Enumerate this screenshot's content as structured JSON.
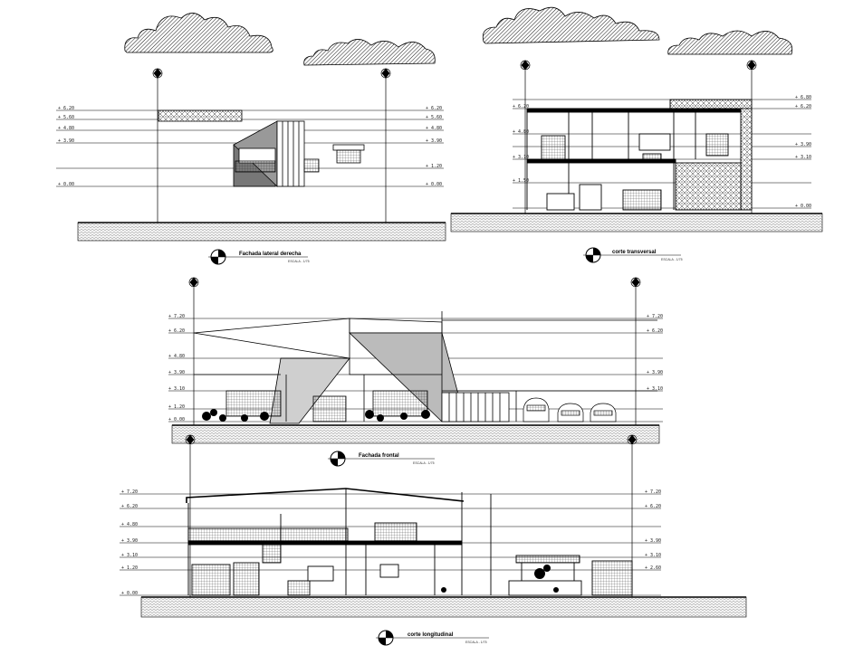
{
  "drawing": {
    "background": "#ffffff",
    "line_color": "#000000",
    "views": [
      {
        "id": "v1",
        "title": "Fachada lateral derecha",
        "scale": "ESCALA - 1/75"
      },
      {
        "id": "v2",
        "title": "corte transversal",
        "scale": "ESCALA - 1/75"
      },
      {
        "id": "v3",
        "title": "Fachada frontal",
        "scale": "ESCALA - 1/75"
      },
      {
        "id": "v4",
        "title": "corte longitudinal",
        "scale": "ESCALA - 1/75"
      }
    ]
  }
}
